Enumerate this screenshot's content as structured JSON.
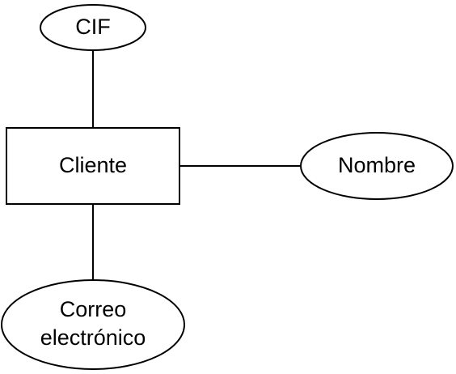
{
  "diagram": {
    "entity": {
      "label": "Cliente"
    },
    "attributes": {
      "cif": {
        "label": "CIF"
      },
      "nombre": {
        "label": "Nombre"
      },
      "correo": {
        "line1": "Correo",
        "line2": "electrónico"
      }
    }
  }
}
